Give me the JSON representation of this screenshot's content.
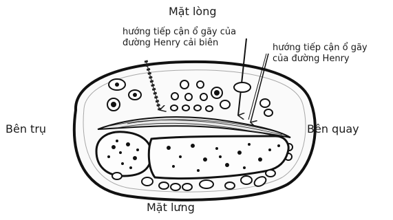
{
  "labels": {
    "top": "Mặt lòng",
    "bottom": "Mặt lưng",
    "left": "Bên trụ",
    "right": "Bên quay"
  },
  "notes": {
    "modified_henry": [
      "hướng tiếp cận ổ gãy của",
      "đường Henry cải biên"
    ],
    "henry": [
      "hướng tiếp cận ổ gãy",
      "của đường Henry"
    ]
  }
}
